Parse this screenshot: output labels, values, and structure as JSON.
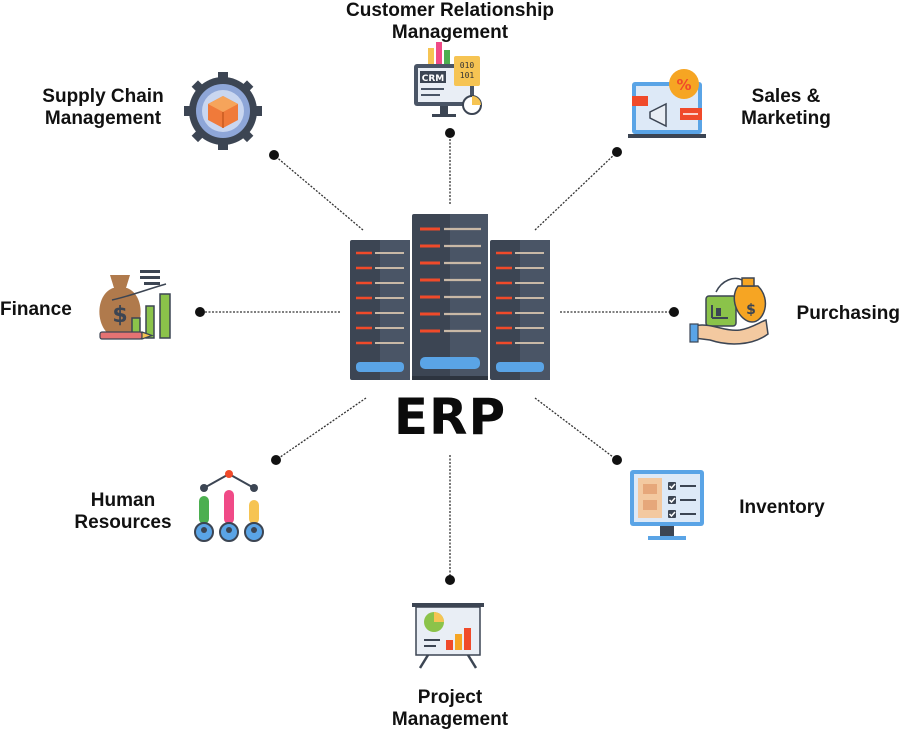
{
  "center": {
    "title": "ERP"
  },
  "modules": {
    "crm": {
      "line1": "Customer Relationship",
      "line2": "Management",
      "icon": "crm-monitor-icon"
    },
    "scm": {
      "line1": "Supply Chain",
      "line2": "Management",
      "icon": "supply-chain-gear-icon"
    },
    "sales": {
      "line1": "Sales &",
      "line2": "Marketing",
      "icon": "marketing-laptop-icon"
    },
    "finance": {
      "line1": "Finance",
      "icon": "money-bag-chart-icon"
    },
    "purchasing": {
      "line1": "Purchasing",
      "icon": "hand-money-bag-icon"
    },
    "hr": {
      "line1": "Human",
      "line2": "Resources",
      "icon": "people-hierarchy-icon"
    },
    "inventory": {
      "line1": "Inventory",
      "icon": "inventory-monitor-checklist-icon"
    },
    "pm": {
      "line1": "Project",
      "line2": "Management",
      "icon": "presentation-board-icon"
    }
  },
  "colors": {
    "server": "#3c4553",
    "accent": "#f04a2a",
    "screen": "#5aa4e6",
    "line": "#333333"
  }
}
